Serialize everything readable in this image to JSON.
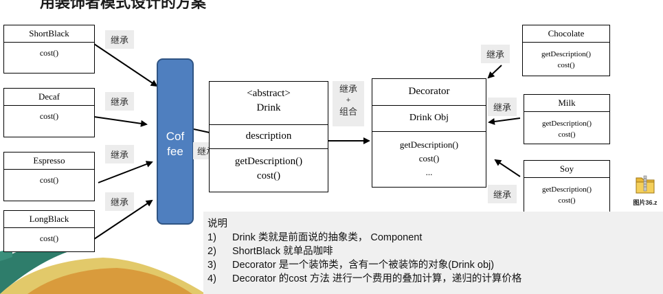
{
  "title": "用装饰者模式设计的方案",
  "coffee": {
    "line1": "Cof",
    "line2": "fee"
  },
  "left_classes": [
    {
      "name": "ShortBlack",
      "method": "cost()"
    },
    {
      "name": "Decaf",
      "method": "cost()"
    },
    {
      "name": "Espresso",
      "method": "cost()"
    },
    {
      "name": "LongBlack",
      "method": "cost()"
    }
  ],
  "drink": {
    "stereotype": "<abstract>",
    "name": "Drink",
    "field": "description",
    "method1": "getDescription()",
    "method2": "cost()"
  },
  "decorator": {
    "name": "Decorator",
    "field": "Drink Obj",
    "method1": "getDescription()",
    "method2": "cost()",
    "method3": "..."
  },
  "right_classes": [
    {
      "name": "Chocolate",
      "method1": "getDescription()",
      "method2": "cost()"
    },
    {
      "name": "Milk",
      "method1": "getDescription()",
      "method2": "cost()"
    },
    {
      "name": "Soy",
      "method1": "getDescription()",
      "method2": "cost()"
    }
  ],
  "labels": {
    "inherit": "继承",
    "inherit_compose_1": "继承",
    "inherit_compose_2": "+",
    "inherit_compose_3": "组合"
  },
  "file_icon": {
    "caption": "图片36.z"
  },
  "notes": {
    "heading": "说明",
    "items": [
      {
        "num": "1)",
        "text": "Drink 类就是前面说的抽象类， Component"
      },
      {
        "num": "2)",
        "text": "ShortBlack 就单品咖啡"
      },
      {
        "num": "3)",
        "text": "Decorator 是一个装饰类，含有一个被装饰的对象(Drink obj)"
      },
      {
        "num": "4)",
        "text": "Decorator 的cost 方法 进行一个费用的叠加计算，递归的计算价格"
      }
    ]
  },
  "colors": {
    "coffee_fill": "#4f7fbf",
    "coffee_border": "#2f5483",
    "note_bg": "#f0f0f0",
    "tag_bg": "#ececec"
  }
}
